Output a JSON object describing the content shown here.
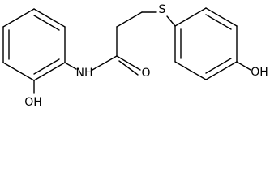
{
  "molecule": {
    "atoms": {
      "oh_left": "OH",
      "nh": "NH",
      "carbonyl_o": "O",
      "sulfur": "S",
      "oh_right": "OH"
    }
  },
  "colors": {
    "bond": "#000000",
    "background": "#ffffff"
  }
}
